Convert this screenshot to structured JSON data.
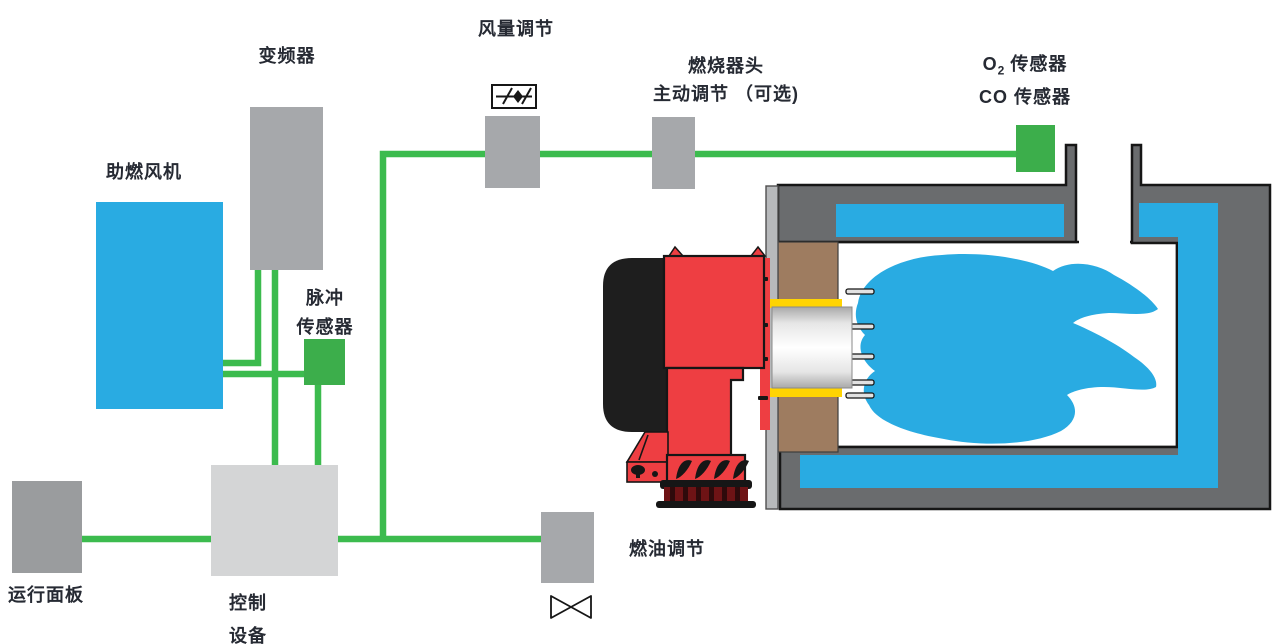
{
  "diagram_type": "burner-control-system-schematic",
  "labels": {
    "fan": "助燃风机",
    "frequency_converter": "变频器",
    "air_flow_adjust": "风量调节",
    "pulse_sensor_l1": "脉冲",
    "pulse_sensor_l2": "传感器",
    "burner_head_l1": "燃烧器头",
    "burner_head_l2": "主动调节 （可选)",
    "o2_prefix": "O",
    "o2_sub": "2",
    "o2_suffix": " 传感器",
    "co_sensor": "CO 传感器",
    "operation_panel": "运行面板",
    "control_device_l1": "控制",
    "control_device_l2": "设备",
    "fuel_adjust": "燃油调节"
  },
  "icons": {
    "damper_icon": "air-damper-symbol",
    "valve_icon": "oil-shutoff-valve-symbol"
  },
  "colors": {
    "line_green": "#3cbb4e",
    "sensor_green": "#3cae4b",
    "sky_blue": "#29abe2",
    "box_gray": "#a6a8ab",
    "panel_gray": "#9a9c9e",
    "control_gray": "#d4d5d6",
    "wall_gray": "#6a6c6e",
    "plate_gray": "#b7b9bb",
    "brown": "#9e7c60",
    "gasket_yellow": "#ffd402",
    "burner_red": "#ee3e42",
    "dark_red": "#6e1315",
    "ink": "#161616",
    "text": "#262a33"
  }
}
